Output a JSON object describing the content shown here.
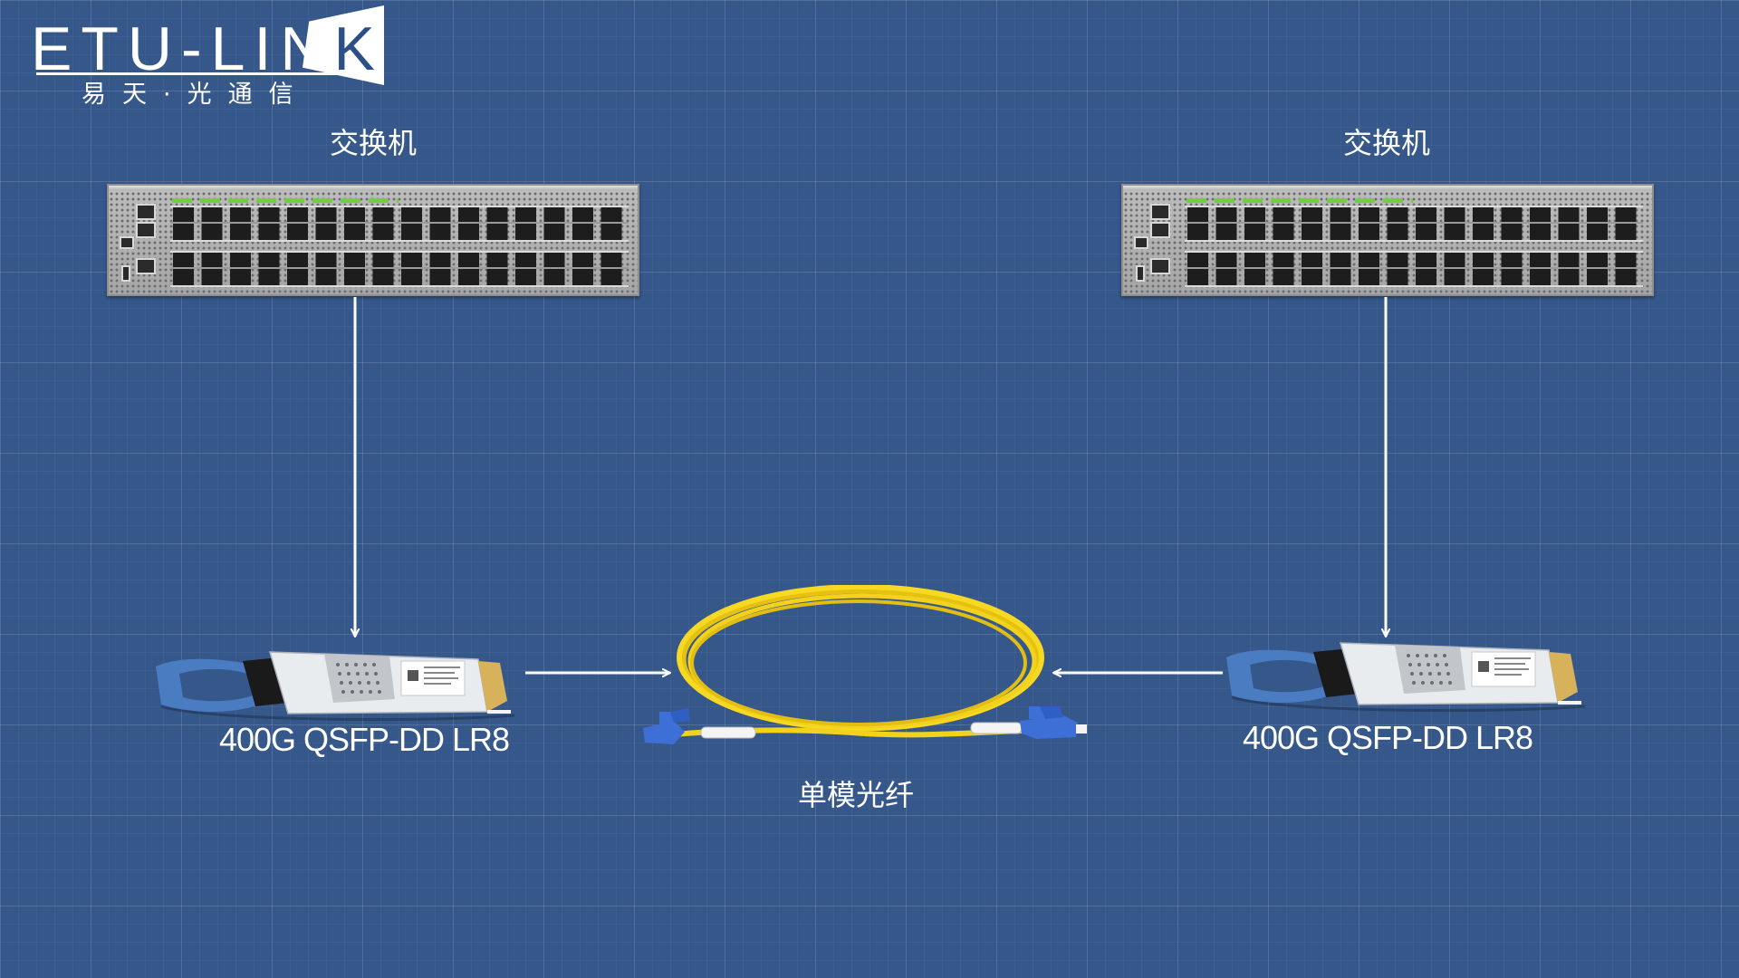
{
  "logo": {
    "word_main": "ETU-LIN",
    "word_last": "K",
    "subtitle": "易天·光通信"
  },
  "diagram": {
    "left_switch_label": "交换机",
    "right_switch_label": "交换机",
    "left_module_label": "400G QSFP-DD LR8",
    "right_module_label": "400G QSFP-DD LR8",
    "fiber_label": "单模光纤"
  },
  "colors": {
    "background": "#35578a",
    "fiber_cable": "#f2d21c",
    "connector_blue": "#3d6fd6",
    "module_pull_tab": "#4a7cc2",
    "arrow": "#ffffff"
  },
  "icons": {
    "switch": "network-switch-icon",
    "module": "qsfp-dd-transceiver-icon",
    "fiber": "fiber-patch-cable-icon"
  }
}
